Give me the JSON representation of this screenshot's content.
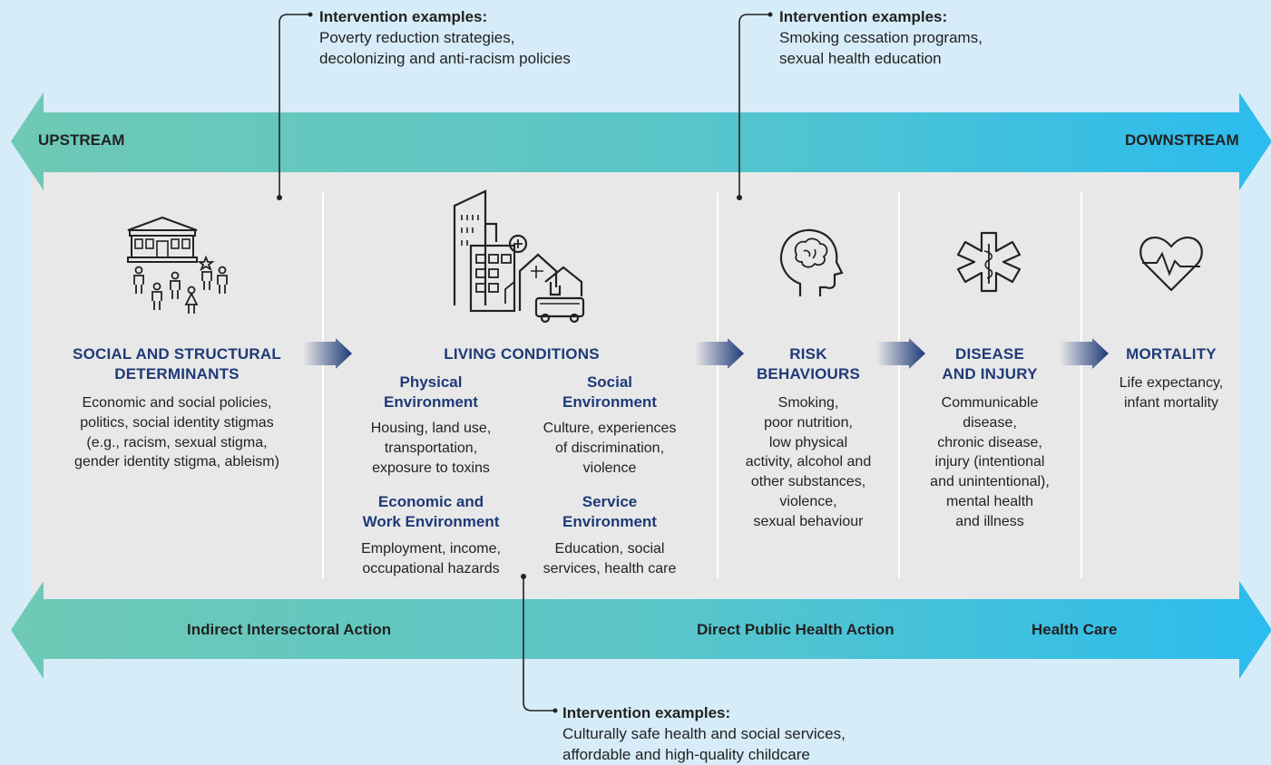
{
  "colors": {
    "background": "#d6ecf8",
    "band": "#e8e8e8",
    "arrow_left": "#6ec9b5",
    "arrow_right": "#2bbcee",
    "heading_blue": "#1e3a78"
  },
  "top_arrow": {
    "left_label": "UPSTREAM",
    "right_label": "DOWNSTREAM"
  },
  "bottom_arrow": {
    "label_1": "Indirect Intersectoral Action",
    "label_2": "Direct Public Health Action",
    "label_3": "Health Care"
  },
  "interventions": [
    {
      "heading": "Intervention examples:",
      "text": "Poverty reduction strategies,\ndecolonizing and anti-racism policies"
    },
    {
      "heading": "Intervention examples:",
      "text": "Smoking cessation programs,\nsexual health education"
    },
    {
      "heading": "Intervention examples:",
      "text": "Culturally safe health and social services,\naffordable and high-quality childcare"
    }
  ],
  "columns": {
    "social": {
      "icon": "government-building-people-icon",
      "title": "SOCIAL AND STRUCTURAL\nDETERMINANTS",
      "text": "Economic and social policies,\npolitics, social identity stigmas\n(e.g., racism, sexual stigma,\ngender identity stigma, ableism)"
    },
    "living": {
      "icon": "city-buildings-icon",
      "title": "LIVING CONDITIONS",
      "physical_title": "Physical\nEnvironment",
      "physical_text": "Housing, land use,\ntransportation,\nexposure to toxins",
      "social_title": "Social\nEnvironment",
      "social_text": "Culture, experiences\nof discrimination,\nviolence",
      "economic_title": "Economic and\nWork Environment",
      "economic_text": "Employment, income,\noccupational hazards",
      "service_title": "Service\nEnvironment",
      "service_text": "Education, social\nservices, health care"
    },
    "risk": {
      "icon": "head-brain-icon",
      "title": "RISK\nBEHAVIOURS",
      "text": "Smoking,\npoor nutrition,\nlow physical\nactivity, alcohol and\nother substances,\nviolence,\nsexual behaviour"
    },
    "disease": {
      "icon": "medical-star-icon",
      "title": "DISEASE\nAND INJURY",
      "text": "Communicable\ndisease,\nchronic disease,\ninjury (intentional\nand unintentional),\nmental health\nand illness"
    },
    "mortality": {
      "icon": "heart-pulse-icon",
      "title": "MORTALITY",
      "text": "Life expectancy,\ninfant mortality"
    }
  }
}
